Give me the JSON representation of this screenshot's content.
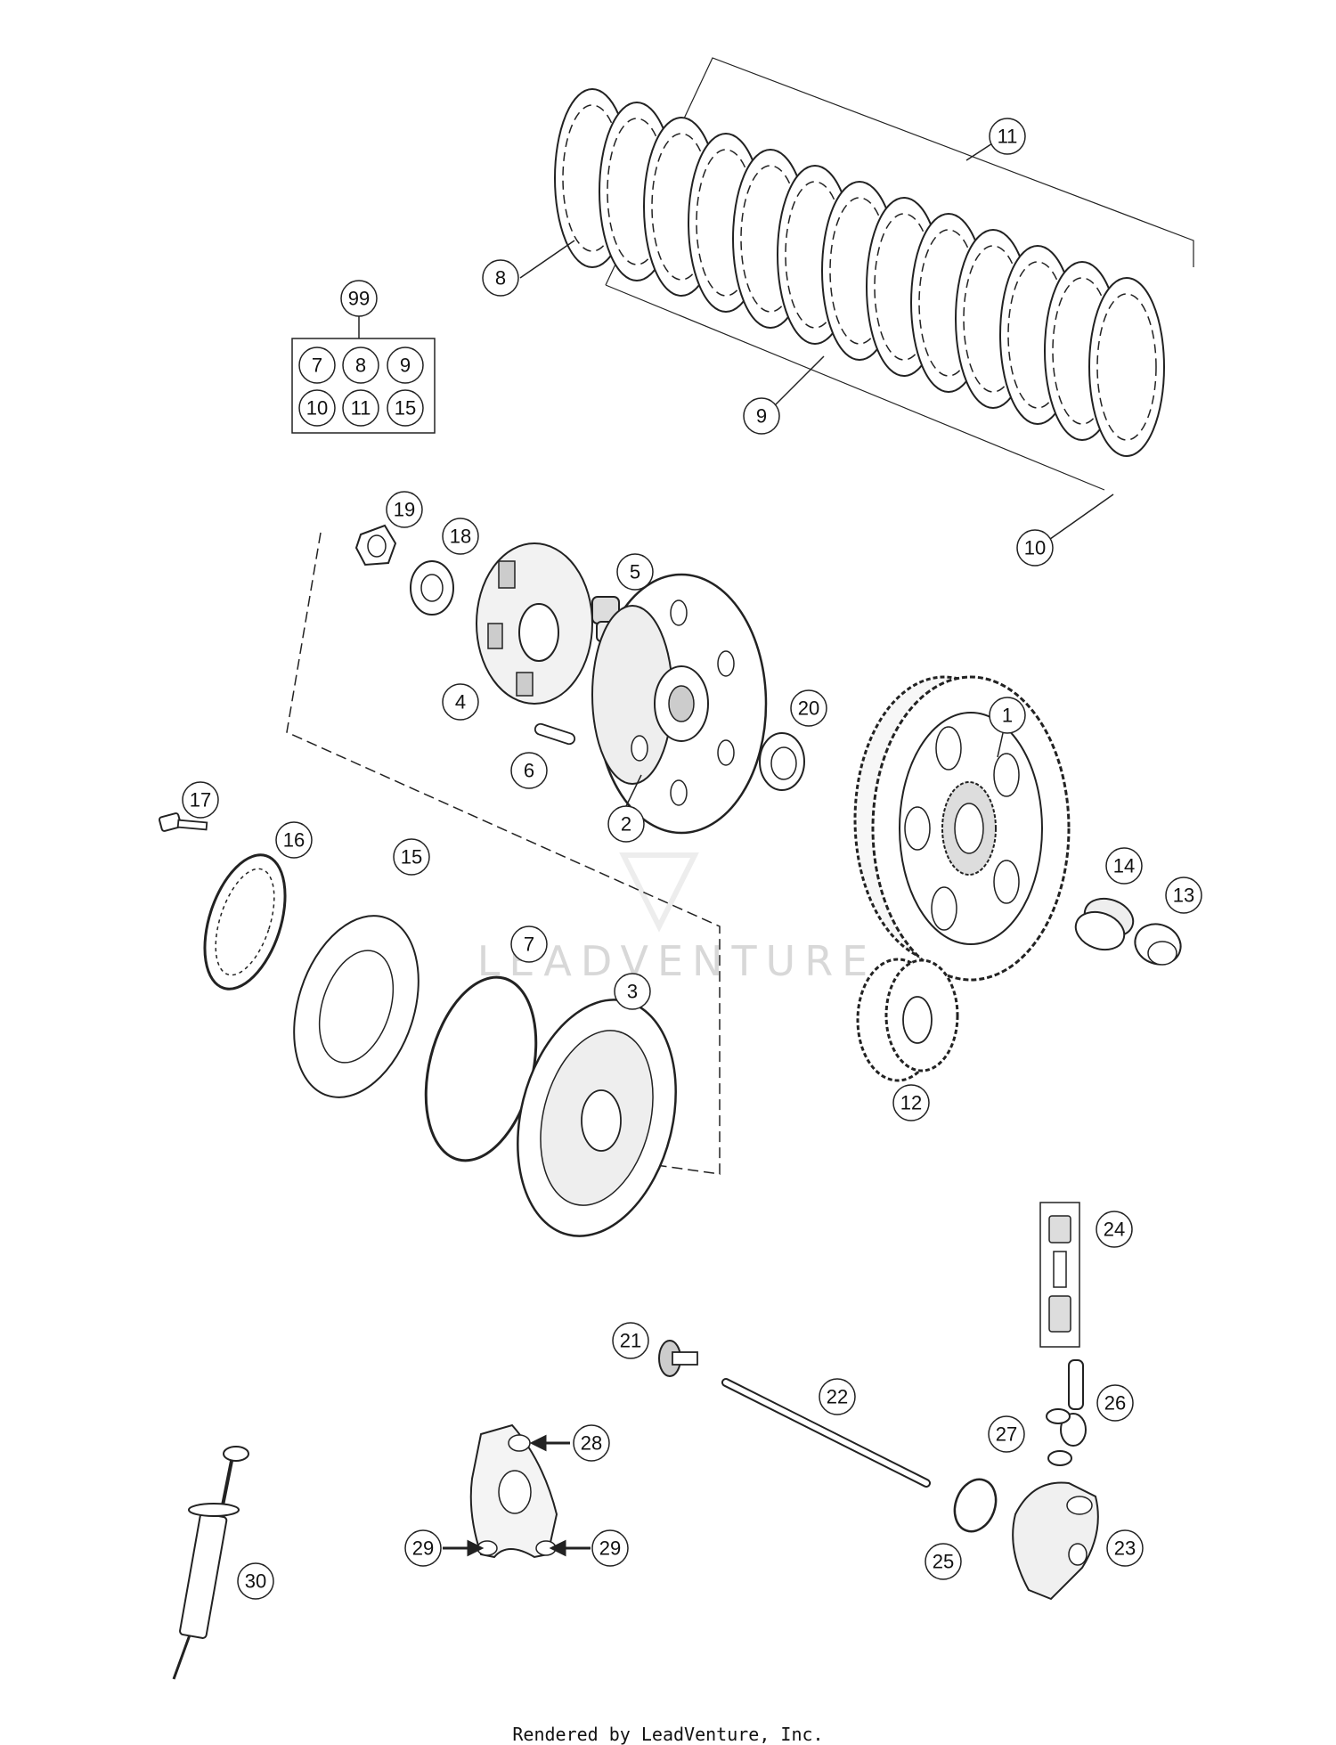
{
  "callouts": {
    "c1": "1",
    "c2": "2",
    "c3": "3",
    "c4": "4",
    "c5": "5",
    "c6": "6",
    "c7": "7",
    "c8": "8",
    "c9": "9",
    "c10": "10",
    "c11": "11",
    "c12": "12",
    "c13": "13",
    "c14": "14",
    "c15": "15",
    "c16": "16",
    "c17": "17",
    "c18": "18",
    "c19": "19",
    "c20": "20",
    "c21": "21",
    "c22": "22",
    "c23": "23",
    "c24": "24",
    "c25": "25",
    "c26": "26",
    "c27": "27",
    "c28": "28",
    "c29a": "29",
    "c29b": "29",
    "c30": "30",
    "c99": "99"
  },
  "kit": {
    "items": [
      "7",
      "8",
      "9",
      "10",
      "11",
      "15"
    ]
  },
  "watermark": "LEADVENTURE",
  "footer": "Rendered by LeadVenture, Inc."
}
